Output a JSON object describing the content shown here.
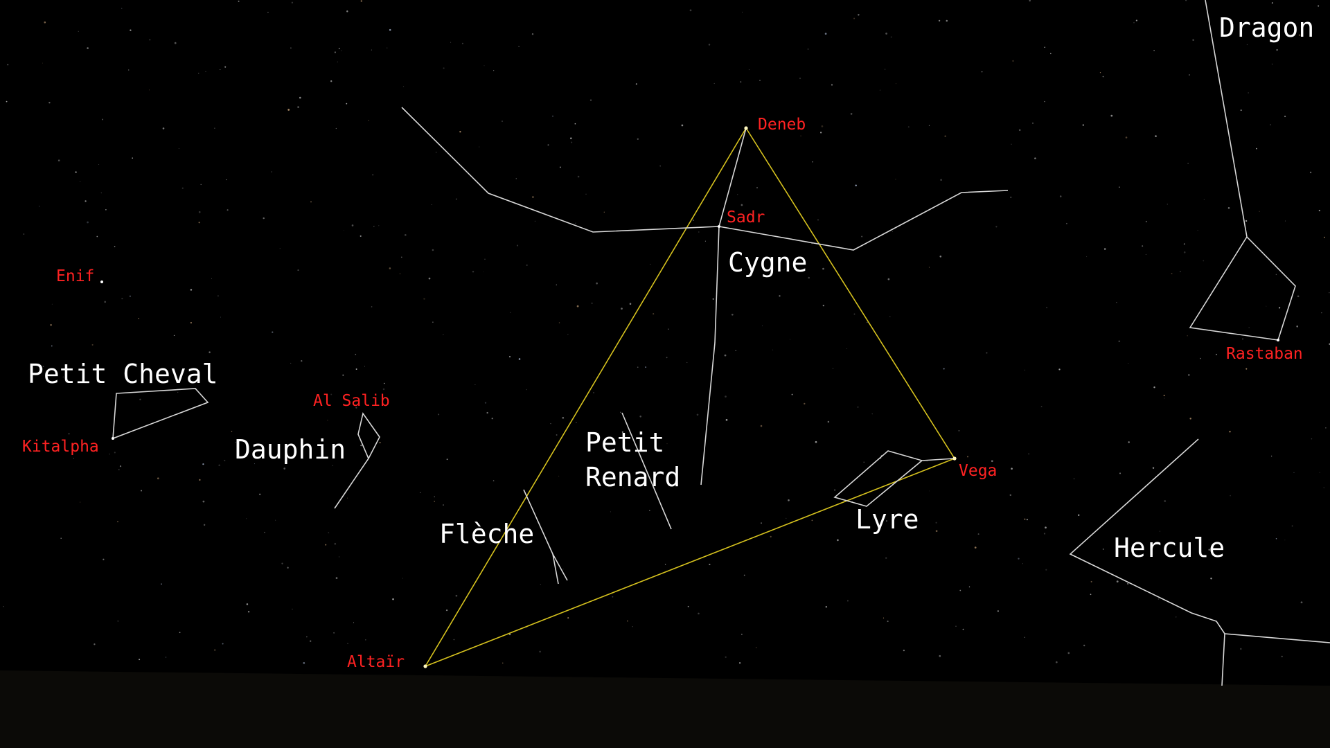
{
  "colors": {
    "sky": "#000000",
    "ground": "#0b0a07",
    "constellation_lines": "#d8d8d8",
    "asterism_lines": "#d6c21e",
    "constellation_labels": "#ffffff",
    "star_labels": "#ff2222"
  },
  "constellations": {
    "dragon": "Dragon",
    "cygne": "Cygne",
    "petit_cheval": "Petit Cheval",
    "dauphin": "Dauphin",
    "petit_renard_1": "Petit",
    "petit_renard_2": "Renard",
    "fleche": "Flèche",
    "lyre": "Lyre",
    "hercule": "Hercule"
  },
  "stars": {
    "deneb": "Deneb",
    "sadr": "Sadr",
    "enif": "Enif",
    "al_salib": "Al Salib",
    "kitalpha": "Kitalpha",
    "vega": "Vega",
    "altair": "Altaïr",
    "rastaban": "Rastaban"
  }
}
